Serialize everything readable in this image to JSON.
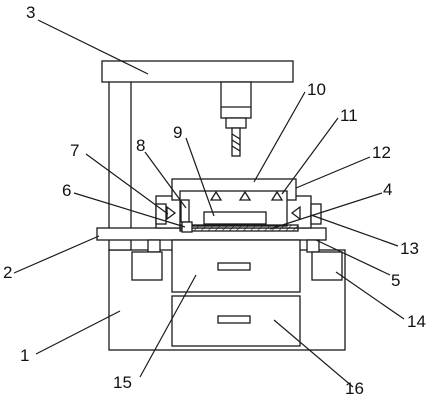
{
  "labels": {
    "l1": "1",
    "l2": "2",
    "l3": "3",
    "l4": "4",
    "l5": "5",
    "l6": "6",
    "l7": "7",
    "l8": "8",
    "l9": "9",
    "l10": "10",
    "l11": "11",
    "l12": "12",
    "l13": "13",
    "l14": "14",
    "l15": "15",
    "l16": "16"
  },
  "colors": {
    "stroke": "#1a1a1a",
    "fill": "#ffffff",
    "hatch": "#1a1a1a"
  }
}
